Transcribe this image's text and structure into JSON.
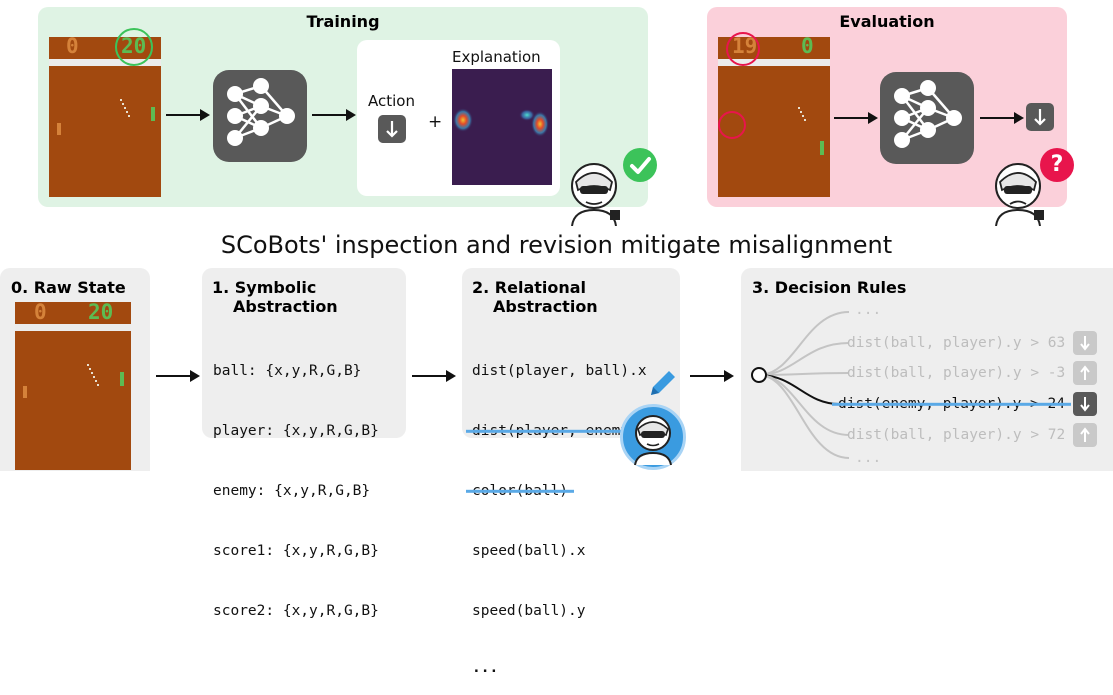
{
  "top": {
    "training_title": "Training",
    "evaluation_title": "Evaluation",
    "action_label": "Action",
    "plus": "+",
    "explanation_label": "Explanation",
    "train_score_left": "0",
    "train_score_right": "20",
    "eval_score_left": "19",
    "eval_score_right": "0"
  },
  "headline": "SCoBots' inspection and revision mitigate misalignment",
  "steps": {
    "raw": {
      "title": "0. Raw State",
      "score_left": "0",
      "score_right": "20"
    },
    "symbolic": {
      "title_line1": "1. Symbolic",
      "title_line2": "Abstraction",
      "lines": [
        "ball: {x,y,R,G,B}",
        "player: {x,y,R,G,B}",
        "enemy: {x,y,R,G,B}",
        "score1: {x,y,R,G,B}",
        "score2: {x,y,R,G,B}"
      ]
    },
    "relational": {
      "title_line1": "2. Relational",
      "title_line2": "Abstraction",
      "lines": [
        "dist(player, ball).x",
        "dist(player, enemy).y",
        "color(ball)",
        "speed(ball).x",
        "speed(ball).y",
        "..."
      ]
    },
    "rules": {
      "title": "3. Decision Rules",
      "lines": [
        "...",
        "dist(ball, player).y > 63",
        "dist(ball, player).y > -3",
        "dist(enemy, player).y > 24",
        "dist(ball, player).y > 72",
        "..."
      ]
    }
  },
  "colors": {
    "training_bg": "#dff3e4",
    "evaluation_bg": "#fbd0da",
    "step_bg": "#eeeeee",
    "pong_court": "#a2490f",
    "pong_orange": "#d5823a",
    "pong_green": "#5dbb52",
    "highlight_blue": "#5aa9e6",
    "check_green": "#3cc35a",
    "question_red": "#e8154c"
  }
}
